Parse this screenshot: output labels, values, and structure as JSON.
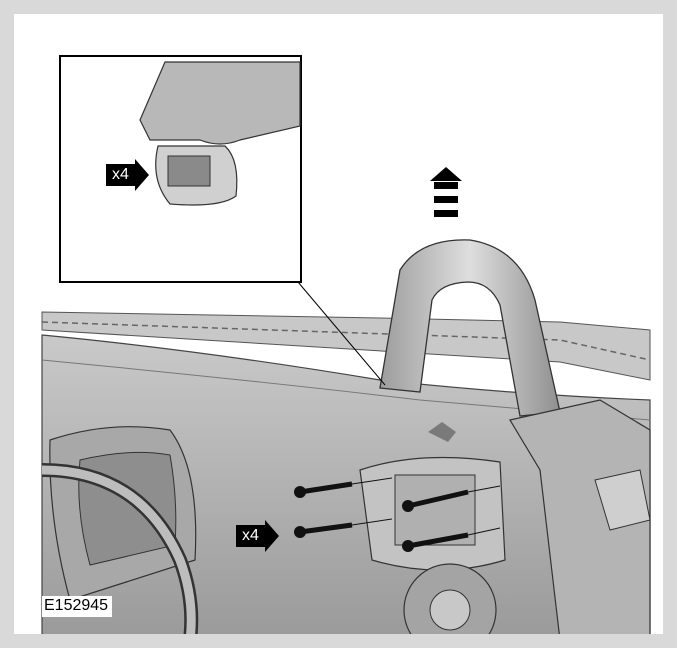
{
  "figure": {
    "reference_id": "E152945",
    "inset_callout": "x4",
    "bolt_callout": "x4",
    "direction": "up-arrow"
  },
  "colors": {
    "background": "#d9d9d9",
    "panel": "#ffffff",
    "line": "#000000",
    "part_shade": "#b8b8b8"
  }
}
